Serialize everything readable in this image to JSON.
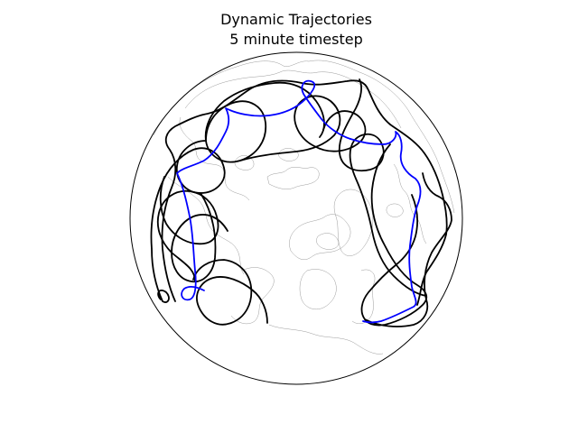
{
  "title": {
    "line1": "Dynamic Trajectories",
    "line2": "5 minute timestep"
  },
  "map": {
    "projection": "orthographic",
    "feature": "coastlines",
    "colors": {
      "boundary": "#000000",
      "coastline": "#9a9a9a",
      "background": "#ffffff"
    }
  },
  "trajectories": {
    "colors": {
      "primary": "#000000",
      "highlight": "#0000ff"
    },
    "series": [
      {
        "id": "traj-1",
        "color": "black"
      },
      {
        "id": "traj-2",
        "color": "black"
      },
      {
        "id": "traj-3",
        "color": "black"
      },
      {
        "id": "traj-4",
        "color": "black"
      },
      {
        "id": "traj-5",
        "color": "black"
      },
      {
        "id": "traj-6",
        "color": "black"
      },
      {
        "id": "traj-7",
        "color": "black"
      },
      {
        "id": "traj-8",
        "color": "black"
      },
      {
        "id": "traj-9",
        "color": "black"
      },
      {
        "id": "traj-10",
        "color": "blue"
      },
      {
        "id": "traj-11",
        "color": "blue"
      }
    ]
  }
}
